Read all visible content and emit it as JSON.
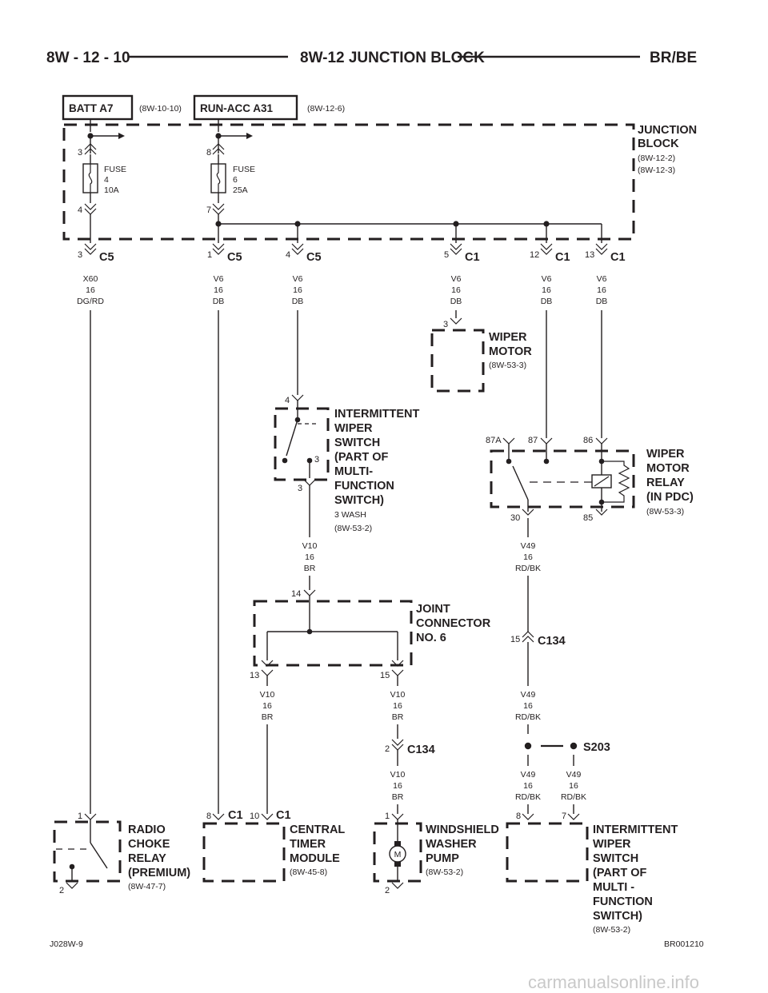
{
  "header": {
    "page_number": "8W - 12 - 10",
    "title": "8W-12 JUNCTION BLOCK",
    "model": "BR/BE"
  },
  "sources": {
    "batt": {
      "name": "BATT A7",
      "ref": "(8W-10-10)"
    },
    "runacc": {
      "name": "RUN-ACC A31",
      "ref": "(8W-12-6)"
    }
  },
  "junction_block": {
    "label_line1": "JUNCTION",
    "label_line2": "BLOCK",
    "ref1": "(8W-12-2)",
    "ref2": "(8W-12-3)"
  },
  "fuses": [
    {
      "word": "FUSE",
      "number": "4",
      "rating": "10A",
      "pin_in": "3",
      "pin_out": "4"
    },
    {
      "word": "FUSE",
      "number": "6",
      "rating": "25A",
      "pin_in": "8",
      "pin_out": "7"
    }
  ],
  "jb_connectors": [
    {
      "pin": "3",
      "name": "C5",
      "circuit": "X60",
      "gauge": "16",
      "color": "DG/RD"
    },
    {
      "pin": "1",
      "name": "C5",
      "circuit": "V6",
      "gauge": "16",
      "color": "DB"
    },
    {
      "pin": "4",
      "name": "C5",
      "circuit": "V6",
      "gauge": "16",
      "color": "DB"
    },
    {
      "pin": "5",
      "name": "C1",
      "circuit": "V6",
      "gauge": "16",
      "color": "DB"
    },
    {
      "pin": "12",
      "name": "C1",
      "circuit": "V6",
      "gauge": "16",
      "color": "DB"
    },
    {
      "pin": "13",
      "name": "C1",
      "circuit": "V6",
      "gauge": "16",
      "color": "DB"
    }
  ],
  "wiper_motor": {
    "pin": "3",
    "line1": "WIPER",
    "line2": "MOTOR",
    "ref": "(8W-53-3)"
  },
  "intermittent_switch": {
    "pin_top": "4",
    "pin_mid": "3",
    "pin_bottom": "3",
    "lines": [
      "INTERMITTENT",
      "WIPER",
      "SWITCH",
      "(PART OF",
      "MULTI-",
      "FUNCTION",
      "SWITCH)"
    ],
    "note": "3 WASH",
    "ref": "(8W-53-2)"
  },
  "wiper_relay": {
    "pins": {
      "p87a": "87A",
      "p87": "87",
      "p86": "86",
      "p30": "30",
      "p85": "85"
    },
    "lines": [
      "WIPER",
      "MOTOR",
      "RELAY",
      "(IN PDC)"
    ],
    "ref": "(8W-53-3)"
  },
  "wire_v10_top": {
    "circuit": "V10",
    "gauge": "16",
    "color": "BR"
  },
  "wire_v49_top": {
    "circuit": "V49",
    "gauge": "16",
    "color": "RD/BK"
  },
  "joint_connector": {
    "pin_top": "14",
    "pin_left": "13",
    "pin_right": "15",
    "lines": [
      "JOINT",
      "CONNECTOR",
      "NO. 6"
    ]
  },
  "c134_right": {
    "pin": "15",
    "name": "C134"
  },
  "wire_v49_mid": {
    "circuit": "V49",
    "gauge": "16",
    "color": "RD/BK"
  },
  "wire_v10_left": {
    "circuit": "V10",
    "gauge": "16",
    "color": "BR"
  },
  "wire_v10_right": {
    "circuit": "V10",
    "gauge": "16",
    "color": "BR"
  },
  "c134_left": {
    "pin": "2",
    "name": "C134"
  },
  "splice": {
    "name": "S203"
  },
  "wire_v10_pump": {
    "circuit": "V10",
    "gauge": "16",
    "color": "BR"
  },
  "wire_v49_a": {
    "circuit": "V49",
    "gauge": "16",
    "color": "RD/BK"
  },
  "wire_v49_b": {
    "circuit": "V49",
    "gauge": "16",
    "color": "RD/BK"
  },
  "radio_relay": {
    "pin_top": "1",
    "pin_bottom": "2",
    "lines": [
      "RADIO",
      "CHOKE",
      "RELAY",
      "(PREMIUM)"
    ],
    "ref": "(8W-47-7)"
  },
  "timer_module": {
    "pin_a": "8",
    "conn_a": "C1",
    "pin_b": "10",
    "conn_b": "C1",
    "lines": [
      "CENTRAL",
      "TIMER",
      "MODULE"
    ],
    "ref": "(8W-45-8)"
  },
  "washer_pump": {
    "pin_top": "1",
    "pin_bottom": "2",
    "motor": "M",
    "lines": [
      "WINDSHIELD",
      "WASHER",
      "PUMP"
    ],
    "ref": "(8W-53-2)"
  },
  "int_switch_bottom": {
    "pin_a": "8",
    "pin_b": "7",
    "lines": [
      "INTERMITTENT",
      "WIPER",
      "SWITCH",
      "(PART OF",
      "MULTI -",
      "FUNCTION",
      "SWITCH)"
    ],
    "ref": "(8W-53-2)"
  },
  "footer": {
    "left_code": "J028W-9",
    "right_code": "BR001210",
    "watermark": "carmanualsonline.info"
  }
}
